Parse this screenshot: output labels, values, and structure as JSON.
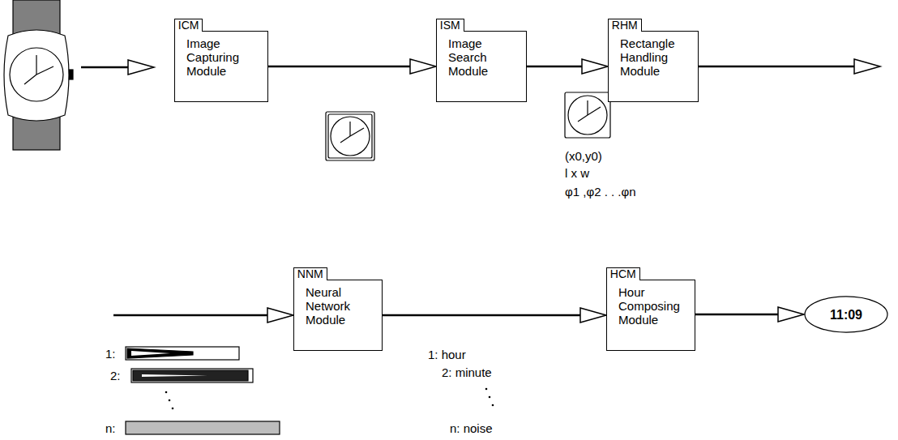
{
  "diagram": {
    "nodes": [
      {
        "text": [
          "ICM",
          "Image Capturing Module"
        ]
      },
      {
        "text": [
          "ISM",
          "Image Search Module"
        ]
      },
      {
        "text": [
          "RHM",
          "Rectangle Handling Module"
        ]
      },
      {
        "text": [
          "NNM",
          "Neural Network Module"
        ]
      },
      {
        "text": [
          "HCM",
          "Hour Composing Module"
        ]
      },
      {
        "text": [
          "11:09"
        ]
      }
    ],
    "edges": [
      {
        "from": 0,
        "to": 1,
        "arrow": "to"
      },
      {
        "from": 1,
        "to": 2,
        "arrow": "to"
      },
      {
        "from": 2,
        "to": 3,
        "arrow": "to"
      },
      {
        "from": 3,
        "to": 4,
        "arrow": "to"
      },
      {
        "from": 4,
        "to": 5,
        "arrow": "to"
      }
    ],
    "labels": [
      "(x0,y0)",
      "l x w",
      "φ1 ,φ2 . . .φn",
      "1:",
      "2:",
      "n:",
      "1: hour",
      "2: minute",
      "n: noise"
    ]
  }
}
